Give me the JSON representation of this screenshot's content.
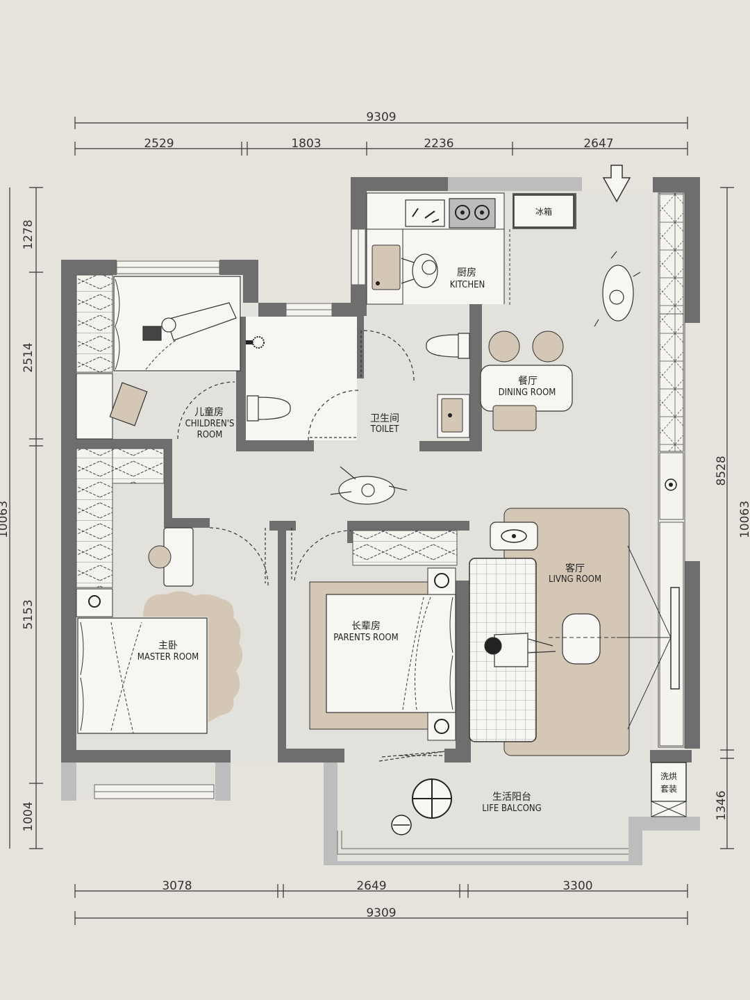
{
  "dimensions": {
    "top_total": "9309",
    "top_segments": [
      "2529",
      "1803",
      "2236",
      "2647"
    ],
    "bottom_segments": [
      "3078",
      "2649",
      "3300"
    ],
    "bottom_total": "9309",
    "left_segments": [
      "1278",
      "2514",
      "5153",
      "1004"
    ],
    "left_total": "10063",
    "right_segments": [
      "8528",
      "1346"
    ],
    "right_total": "10063"
  },
  "rooms": {
    "kitchen": {
      "cn": "厨房",
      "en": "KITCHEN"
    },
    "fridge": {
      "cn": "冰箱"
    },
    "dining": {
      "cn": "餐厅",
      "en": "DINING ROOM"
    },
    "toilet": {
      "cn": "卫生间",
      "en": "TOILET"
    },
    "children": {
      "cn": "儿童房",
      "en1": "CHILDREN'S",
      "en2": "ROOM"
    },
    "living": {
      "cn": "客厅",
      "en": "LIVNG ROOM"
    },
    "parents": {
      "cn": "长辈房",
      "en": "PARENTS ROOM"
    },
    "master": {
      "cn": "主卧",
      "en": "MASTER ROOM"
    },
    "balcony": {
      "cn": "生活阳台",
      "en": "LIFE BALCONG"
    },
    "washer": {
      "cn1": "洗烘",
      "cn2": "套装"
    }
  },
  "colors": {
    "background": "#e6e3dc",
    "wall": "#6e6e6e",
    "wall_light": "#bdbdbd",
    "floor": "#e3e1dc",
    "room_white": "#f7f6f2",
    "rug": "#d4c7b5",
    "line": "#333333"
  }
}
